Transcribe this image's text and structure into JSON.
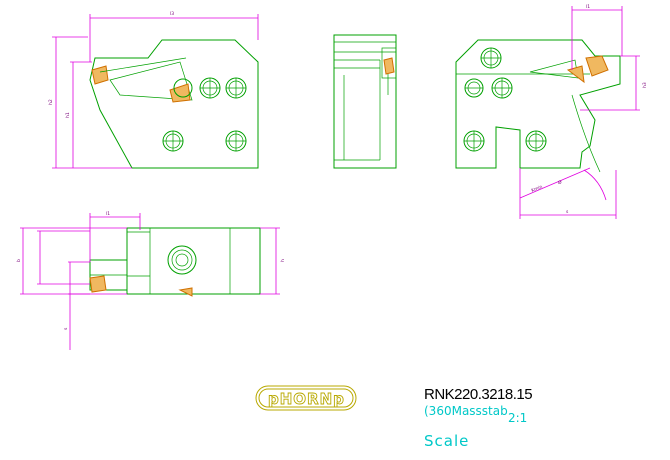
{
  "drawing": {
    "logo_text": "pHORNp",
    "part_number": "RNK220.3218.15",
    "scale_label": "(360Massstab",
    "scale_value": "2:1",
    "scale_caption": "Scale"
  },
  "dimensions": {
    "front_top": "l3",
    "front_left_outer": "h2",
    "front_left_inner": "h1",
    "side_top": "l1",
    "side_right": "h3",
    "side_bottom": "s",
    "side_angle": "Ø",
    "side_angle_label": "Kmin",
    "plan_top": "l1",
    "plan_left_outer": "b",
    "plan_left_inner": "",
    "plan_right": "h",
    "plan_bottom_left": "s"
  },
  "colors": {
    "outline": "#00a000",
    "dimension": "#e000e0",
    "insert": "#f0b860",
    "logo": "#b8a800",
    "scale": "#00c8c8"
  }
}
